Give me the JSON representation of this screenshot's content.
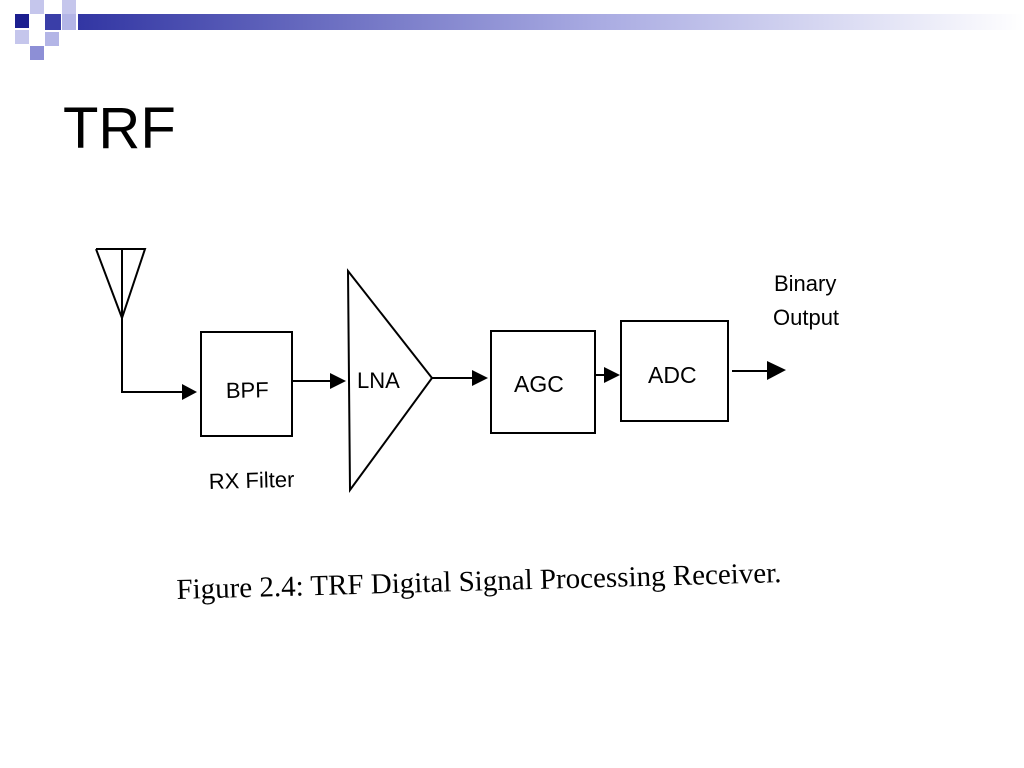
{
  "slide": {
    "title": "TRF",
    "accent_colors": [
      "#1c1f8f",
      "#8d8fd6",
      "#ffffff"
    ]
  },
  "diagram": {
    "blocks": {
      "bpf": "BPF",
      "lna": "LNA",
      "agc": "AGC",
      "adc": "ADC"
    },
    "labels": {
      "rx_filter": "RX Filter",
      "binary_output_line1": "Binary",
      "binary_output_line2": "Output"
    },
    "caption": "Figure 2.4:  TRF Digital Signal Processing Receiver."
  }
}
